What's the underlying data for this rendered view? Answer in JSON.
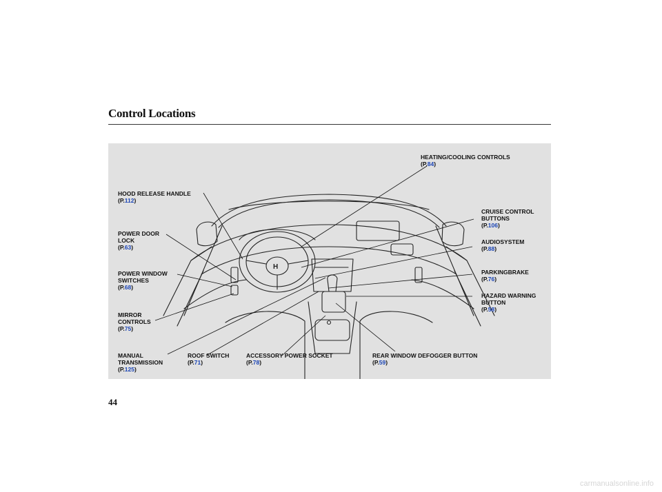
{
  "page": {
    "title": "Control Locations",
    "page_number": "44",
    "footer": "carmanualsonline.info"
  },
  "callouts": {
    "heating": {
      "name": "HEATING/COOLING CONTROLS",
      "ref_prefix": "(P.",
      "page": "84",
      "ref_suffix": ")"
    },
    "hood": {
      "name": "HOOD RELEASE HANDLE",
      "ref_prefix": "(P.",
      "page": "112",
      "ref_suffix": ")"
    },
    "cruise": {
      "line1": "CRUISE CONTROL",
      "line2": "BUTTONS",
      "ref_prefix": "(P.",
      "page": "106",
      "ref_suffix": ")"
    },
    "door_lock": {
      "line1": "POWER DOOR",
      "line2": "LOCK",
      "ref_prefix": "(P.",
      "page": "63",
      "ref_suffix": ")"
    },
    "audio": {
      "name": "AUDIOSYSTEM",
      "ref_prefix": "(P.",
      "page": "88",
      "ref_suffix": ")"
    },
    "window": {
      "line1": "POWER WINDOW",
      "line2": "SWITCHES",
      "ref_prefix": "(P.",
      "page": "68",
      "ref_suffix": ")"
    },
    "parking": {
      "name": "PARKINGBRAKE",
      "ref_prefix": "(P.",
      "page": "76",
      "ref_suffix": ")"
    },
    "hazard": {
      "line1": "HAZARD WARNING",
      "line2": "BUTTON",
      "ref_prefix": "(P.",
      "page": "58",
      "ref_suffix": ")"
    },
    "mirror": {
      "line1": "MIRROR",
      "line2": "CONTROLS",
      "ref_prefix": "(P.",
      "page": "75",
      "ref_suffix": ")"
    },
    "manual": {
      "line1": "MANUAL",
      "line2": "TRANSMISSION",
      "ref_prefix": "(P.",
      "page": "125",
      "ref_suffix": ")"
    },
    "roof": {
      "name": "ROOF SWITCH",
      "ref_prefix": "(P.",
      "page": "71",
      "ref_suffix": ")"
    },
    "accessory": {
      "name": "ACCESSORY POWER SOCKET",
      "ref_prefix": "(P.",
      "page": "78",
      "ref_suffix": ")"
    },
    "defogger": {
      "name": "REAR WINDOW DEFOGGER BUTTON",
      "ref_prefix": "(P.",
      "page": "59",
      "ref_suffix": ")"
    }
  },
  "colors": {
    "panel": "#e1e1e1",
    "link": "#1a44b5",
    "text": "#111111"
  }
}
